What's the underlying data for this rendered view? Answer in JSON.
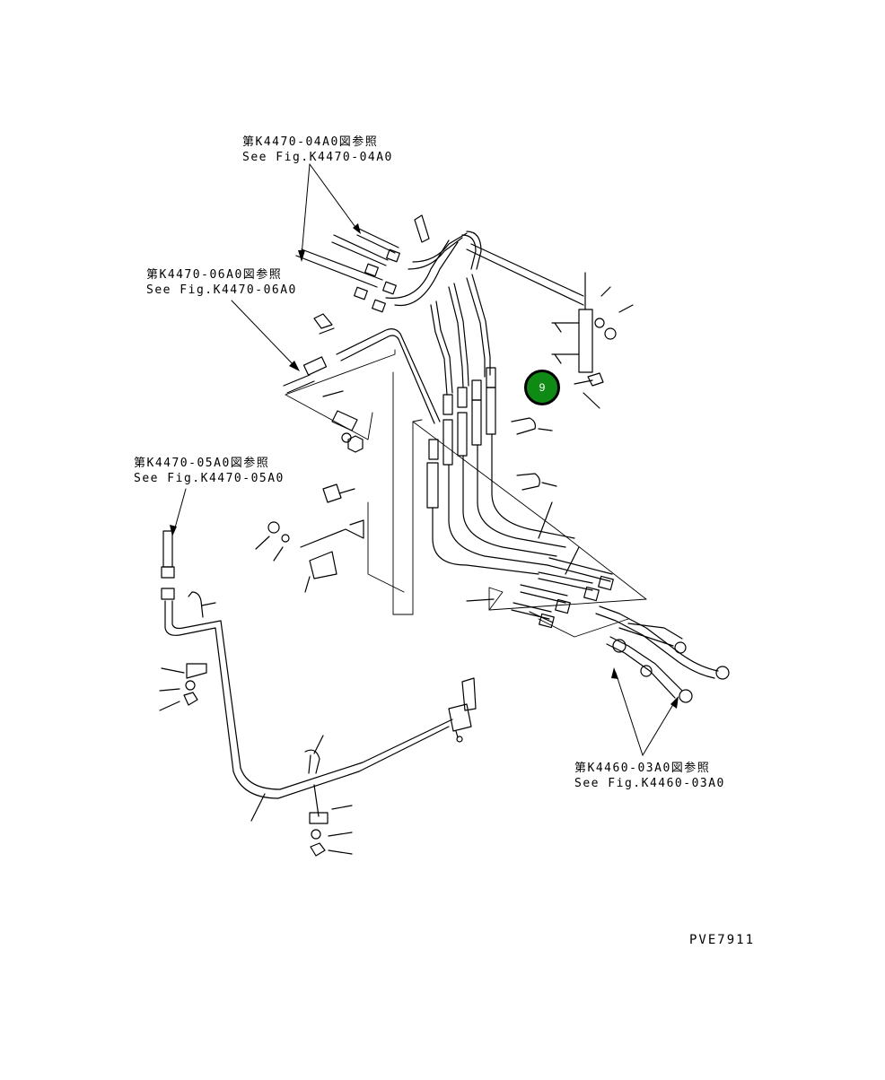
{
  "references": [
    {
      "id": "ref-k4470-04a0",
      "jp": "第K4470-04A0図参照",
      "en": "See Fig.K4470-04A0"
    },
    {
      "id": "ref-k4470-06a0",
      "jp": "第K4470-06A0図参照",
      "en": "See Fig.K4470-06A0"
    },
    {
      "id": "ref-k4470-05a0",
      "jp": "第K4470-05A0図参照",
      "en": "See Fig.K4470-05A0"
    },
    {
      "id": "ref-k4460-03a0",
      "jp": "第K4460-03A0図参照",
      "en": "See Fig.K4460-03A0"
    }
  ],
  "callout": {
    "label": "9",
    "color": "#0f8a14"
  },
  "drawing_code": "PVE7911"
}
